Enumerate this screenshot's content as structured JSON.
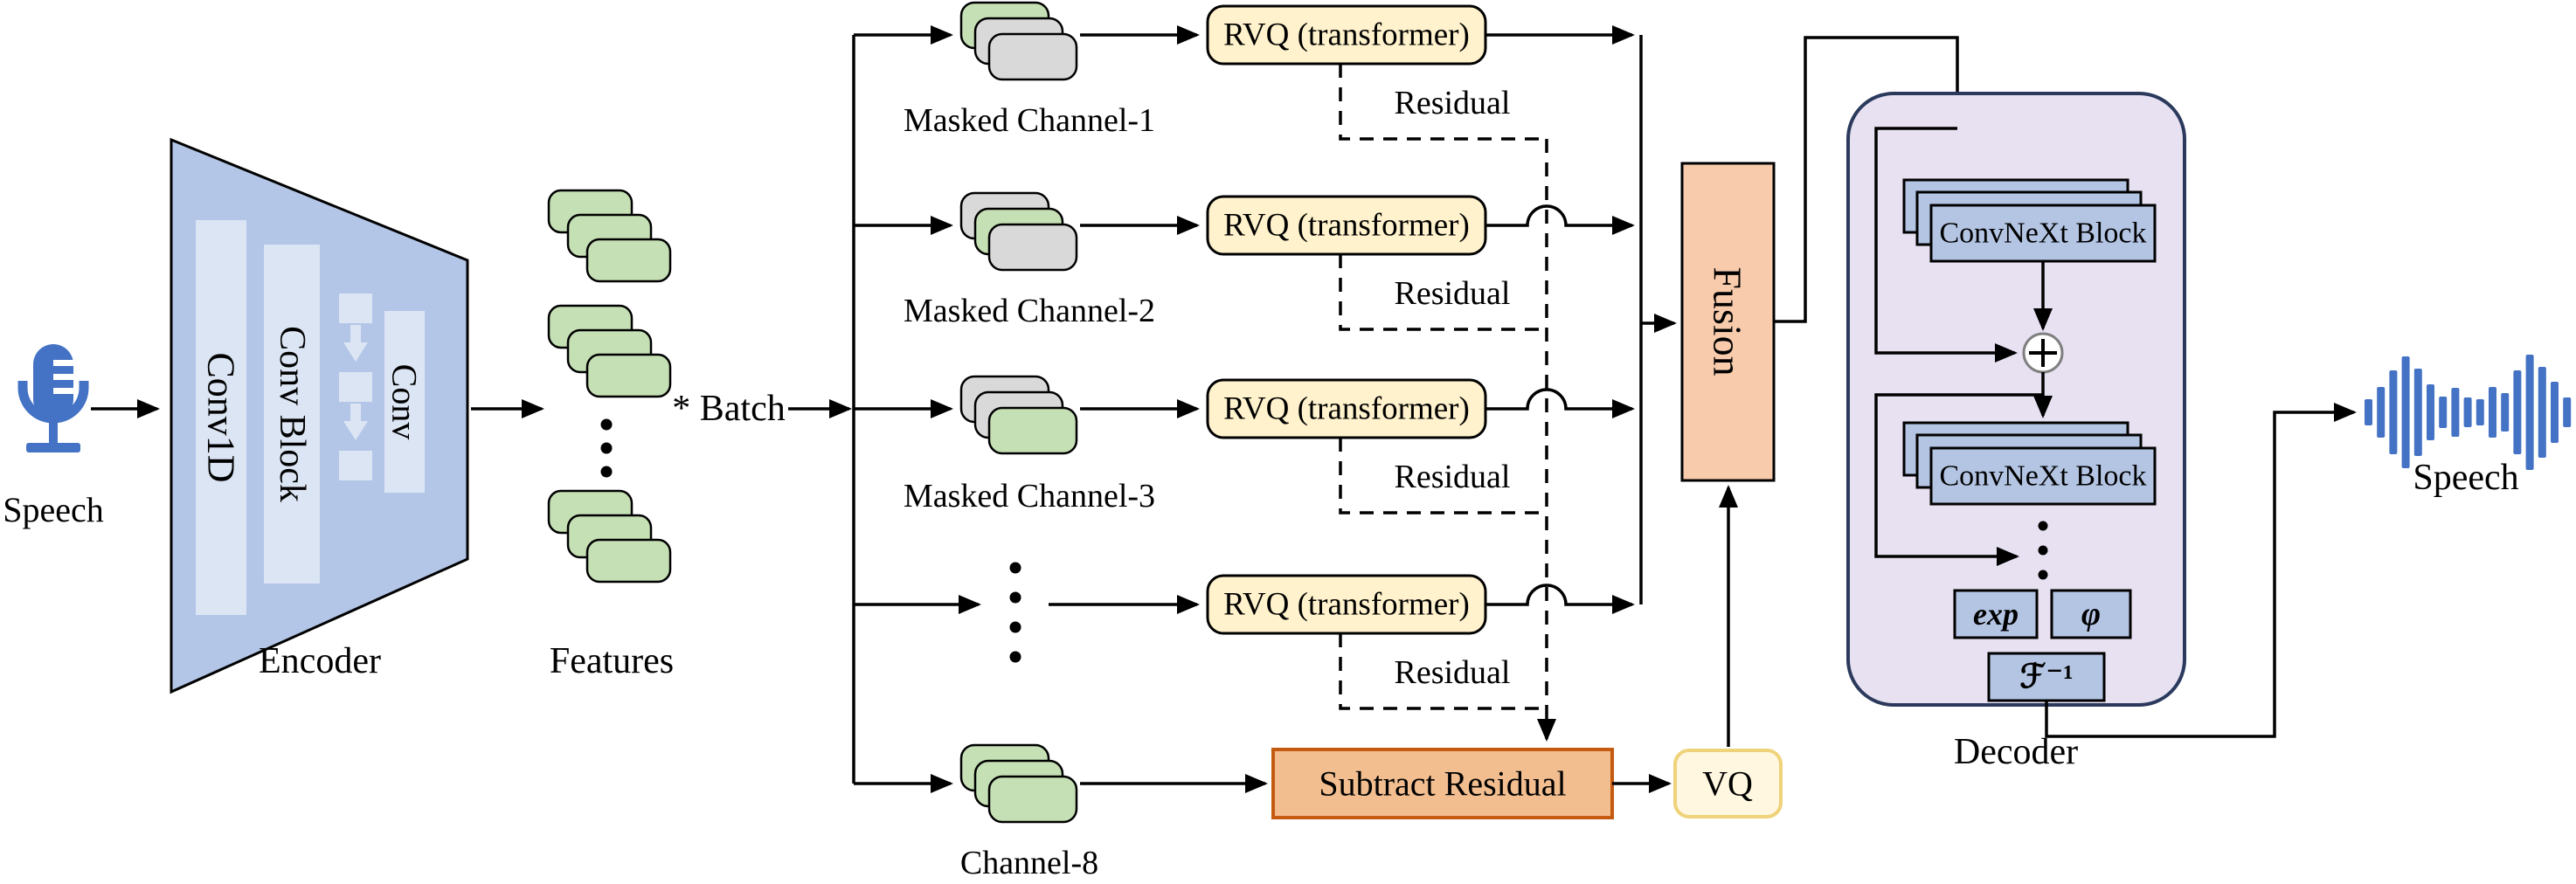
{
  "input": {
    "speech_label": "Speech"
  },
  "encoder": {
    "label": "Encoder",
    "layers": [
      "Conv1D",
      "Conv Block",
      "Conv"
    ]
  },
  "features": {
    "label": "Features",
    "batch_label": "* Batch"
  },
  "channels": [
    {
      "name": "Masked Channel-1",
      "rvq": "RVQ (transformer)",
      "residual": "Residual"
    },
    {
      "name": "Masked Channel-2",
      "rvq": "RVQ (transformer)",
      "residual": "Residual"
    },
    {
      "name": "Masked Channel-3",
      "rvq": "RVQ (transformer)",
      "residual": "Residual"
    },
    {
      "name": "",
      "rvq": "RVQ (transformer)",
      "residual": "Residual"
    },
    {
      "name": "Channel-8"
    }
  ],
  "fusion": {
    "label": "Fusion"
  },
  "subtract": {
    "label": "Subtract Residual"
  },
  "vq": {
    "label": "VQ"
  },
  "decoder": {
    "label": "Decoder",
    "block1": "ConvNeXt Block",
    "block2": "ConvNeXt Block",
    "exp": "exp",
    "phi": "φ",
    "ifft": "ℱ⁻¹"
  },
  "output": {
    "speech_label": "Speech"
  },
  "colors": {
    "accent_blue": "#4472C4",
    "encoder_fill": "#B3C6E7",
    "encoder_inner": "#DCE5F4",
    "feature_green": "#C5E0B4",
    "masked_gray": "#D9D9D9",
    "rvq_fill": "#FFF2CC",
    "fusion_fill": "#F8CBAD",
    "subtract_fill": "#F2BE90",
    "subtract_border": "#C55A11",
    "vq_fill": "#FFF7DF",
    "vq_border": "#EFD27A",
    "decoder_fill": "#E7E1F2",
    "decoder_border": "#2B3A5C",
    "convnext_fill": "#B4C5E4"
  }
}
